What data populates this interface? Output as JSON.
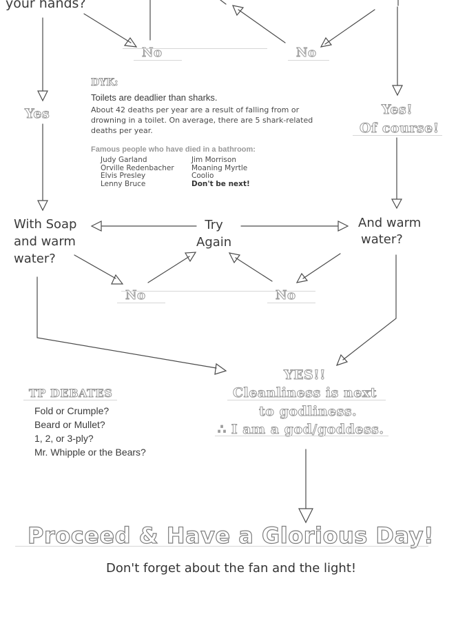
{
  "nodes": {
    "top_left_fragment": "your hands?",
    "no_top_left": "No",
    "no_top_right": "No",
    "yes_left": "Yes",
    "yes_right_line1": "Yes!",
    "yes_right_line2": "Of course!",
    "with_soap_line1": "With Soap",
    "with_soap_line2": "and warm",
    "with_soap_line3": "water?",
    "try_again_line1": "Try",
    "try_again_line2": "Again",
    "and_warm_line1": "And warm",
    "and_warm_line2": "water?",
    "no_mid_left": "No",
    "no_mid_right": "No",
    "yes_final_line1": "YES!!",
    "yes_final_line2": "Cleanliness is next",
    "yes_final_line3": "to godliness.",
    "yes_final_line4": "∴ I am a god/goddess.",
    "proceed": "Proceed & Have a Glorious Day!",
    "reminder": "Don't forget about the fan and the light!"
  },
  "dyk": {
    "heading": "DYK:",
    "headline": "Toilets are deadlier than sharks.",
    "body_line1": "About 42 deaths per year are a result of falling from or",
    "body_line2": "drowning in a toilet. On average, there are 5 shark-related",
    "body_line3": "deaths per year.",
    "famous_heading": "Famous people who have died in a bathroom:",
    "col1": [
      "Judy Garland",
      "Orville Redenbacher",
      "Elvis Presley",
      "Lenny Bruce"
    ],
    "col2": [
      "Jim Morrison",
      "Moaning Myrtle",
      "Coolio",
      "Don't be next!"
    ]
  },
  "tp_debates": {
    "heading": "TP DEBATES",
    "items": [
      "Fold or Crumple?",
      "Beard or Mullet?",
      "1, 2, or 3-ply?",
      "Mr. Whipple or the Bears?"
    ]
  }
}
